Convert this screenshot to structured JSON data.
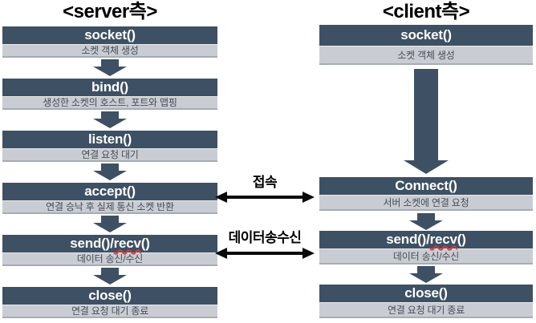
{
  "colors": {
    "box_header_bg": "#3e5063",
    "box_desc_bg": "#c9cdd3",
    "box_header_text": "#ffffff",
    "box_desc_text": "#474c55",
    "link_arrow": "#0a0a0a",
    "spellcheck_underline": "#d43c3c",
    "title_text": "#000000"
  },
  "server": {
    "title": "<server측>",
    "steps": [
      {
        "func": "socket()",
        "desc": "소켓 객체 생성"
      },
      {
        "func": "bind()",
        "desc": "생성한 소켓의 호스트, 포트와 맵핑"
      },
      {
        "func": "listen()",
        "desc": "연결 요청 대기"
      },
      {
        "func": "accept()",
        "desc": "연결 승낙 후 실제 통신 소켓 반환"
      },
      {
        "func": "send()/recv()",
        "func_pre": "send()/",
        "func_mark": "recv",
        "func_post": "()",
        "desc": "데이터 송신/수신"
      },
      {
        "func": "close()",
        "desc": "연결 요청 대기 종료"
      }
    ]
  },
  "client": {
    "title": "<client측>",
    "steps": [
      {
        "func": "socket()",
        "desc": "소켓 객체 생성"
      },
      {
        "func": "Connect()",
        "desc": "서버 소켓에 연결 요청"
      },
      {
        "func": "send()/recv()",
        "func_pre": "send()/",
        "func_mark": "recv",
        "func_post": "()",
        "desc": "데이터 송신/수신"
      },
      {
        "func": "close()",
        "desc": "연결 요청 대기 종료"
      }
    ]
  },
  "links": [
    {
      "label": "접속"
    },
    {
      "label": "데이터송수신"
    }
  ]
}
